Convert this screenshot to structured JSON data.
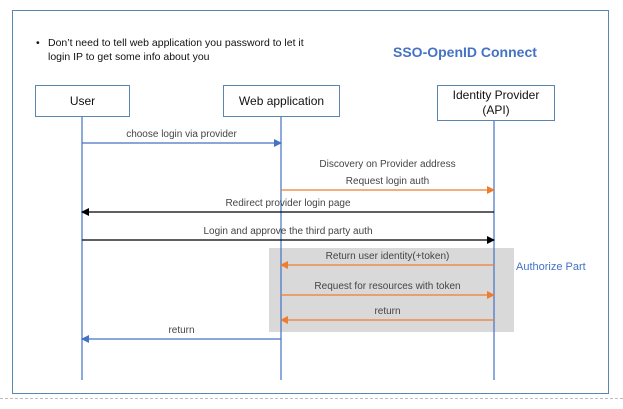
{
  "note": {
    "bullet": "•",
    "text": "Don’t need to tell web application you password to let it login IP to get some info about you"
  },
  "title": "SSO-OpenID Connect",
  "authorize_part_label": "Authorize Part",
  "colors": {
    "frame": "#5b86b3",
    "title": "#4472c4",
    "arrow_blue": "#4472c4",
    "arrow_orange": "#ed7d31",
    "arrow_black": "#000000",
    "highlight": "#d9d9d9"
  },
  "actors": [
    {
      "id": "user",
      "name": "User",
      "sub": ""
    },
    {
      "id": "web",
      "name": "Web application",
      "sub": ""
    },
    {
      "id": "idp",
      "name": "Identity Provider",
      "sub": "(API)"
    }
  ],
  "messages": [
    {
      "from": "user",
      "to": "web",
      "label": "choose login via provider",
      "color": "blue",
      "arrow": true
    },
    {
      "from": "web",
      "to": "idp",
      "label": "Discovery on Provider address",
      "color": "none",
      "arrow": false
    },
    {
      "from": "web",
      "to": "idp",
      "label": "Request login auth",
      "color": "orange",
      "arrow": true
    },
    {
      "from": "idp",
      "to": "user",
      "label": "Redirect provider login page",
      "color": "black",
      "arrow": true
    },
    {
      "from": "user",
      "to": "idp",
      "label": "Login and approve the third party auth",
      "color": "black",
      "arrow": true
    },
    {
      "from": "idp",
      "to": "web",
      "label": "Return user identity(+token)",
      "color": "orange",
      "arrow": true
    },
    {
      "from": "web",
      "to": "idp",
      "label": "Request for resources with token",
      "color": "orange",
      "arrow": true
    },
    {
      "from": "idp",
      "to": "web",
      "label": "return",
      "color": "orange",
      "arrow": true
    },
    {
      "from": "web",
      "to": "user",
      "label": "return",
      "color": "blue",
      "arrow": true
    }
  ]
}
